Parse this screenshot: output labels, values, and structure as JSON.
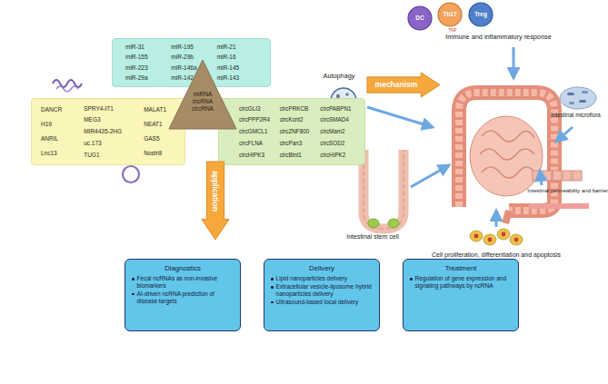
{
  "diagram": {
    "nodes": [
      {
        "text": [
          "DC"
        ]
      },
      {
        "text": [
          "Th17"
        ]
      },
      {
        "text": [
          "Treg"
        ]
      },
      {
        "text": [
          "miR-31",
          "miR-195",
          "miR-21",
          "miR-155",
          "miR-29b",
          "miR-16",
          "miR-223",
          "miR-146a",
          "miR-145",
          "miR-29a",
          "miR-142-3p",
          "miR-143"
        ]
      },
      {
        "text": [
          "miRNA",
          "lncRNA",
          "circRNA"
        ]
      },
      {
        "text": [
          "DANCR",
          "H19",
          "ANRIL",
          "Lnc13",
          "SPRY4-IT1",
          "MEG3",
          "MIR4435-2HG",
          "uc.173",
          "TUG1",
          "MALAT1",
          "NEAT1",
          "GAS5",
          "Nostrill"
        ]
      },
      {
        "text": [
          "circGLI3",
          "circPRKCB",
          "circPABPN1",
          "circPPP2R4",
          "circKcnt2",
          "circSMAD4",
          "circGMCL1",
          "circZNF800",
          "circMam2",
          "circFLNA",
          "circPan3",
          "circSOD2",
          "circHIPK3",
          "circBtnl1",
          "circHIPK2"
        ]
      },
      {
        "text": [
          "mechanism"
        ]
      },
      {
        "text": [
          "application"
        ]
      },
      {
        "text": [
          "Diagnostics",
          "Fecal ncRNAs as non-invasive biomarkers",
          "AI-driven ncRNA prediction of disease targets"
        ]
      },
      {
        "text": [
          "Delivery",
          "Lipid nanoparticles delivery",
          "Extracellular vesicle-liposome hybrid nanoparticles delivery",
          "Ultrasound-based local delivery"
        ]
      },
      {
        "text": [
          "Treatment",
          "Regulation of gene expression and signaling pathways by ncRNA"
        ]
      }
    ],
    "labels": [
      "Immune and inflammatory response",
      "TNF",
      "Autophagy",
      "Intestinal microflora",
      "Intestinal stem cell",
      "Intestinal permeability and barrier",
      "Cell proliferation, differentiation and apoptosis"
    ]
  }
}
